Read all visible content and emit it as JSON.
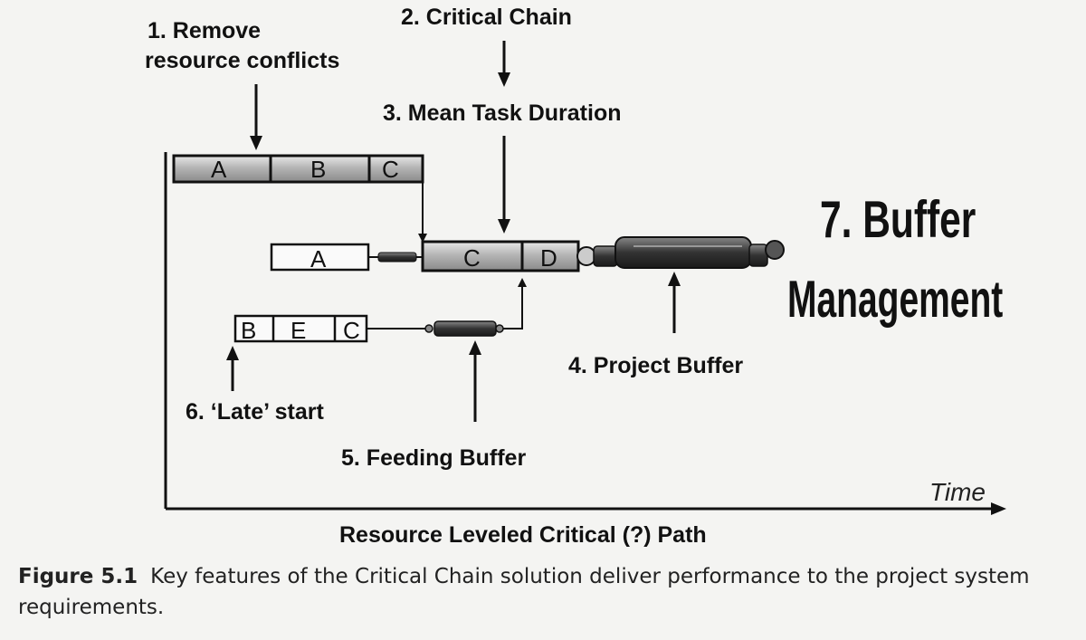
{
  "labels": {
    "remove_conflicts_line1": "1. Remove",
    "remove_conflicts_line2": "resource conflicts",
    "critical_chain": "2. Critical Chain",
    "mean_task_duration": "3. Mean Task Duration",
    "buffer_management_line1": "7. Buffer",
    "buffer_management_line2": "Management",
    "project_buffer": "4. Project Buffer",
    "late_start": "6. ‘Late’ start",
    "feeding_buffer": "5. Feeding Buffer",
    "time_axis": "Time",
    "path_title": "Resource Leveled Critical (?)  Path"
  },
  "tasks": {
    "top_chain": [
      "A",
      "B",
      "C"
    ],
    "critical_chain": [
      "C",
      "D"
    ],
    "chain_a": [
      "A"
    ],
    "chain_bec": [
      "B",
      "E",
      "C"
    ]
  },
  "caption": {
    "figure_label": "Figure 5.1",
    "text": "Key features of the Critical Chain solution deliver performance to the project system requirements."
  }
}
